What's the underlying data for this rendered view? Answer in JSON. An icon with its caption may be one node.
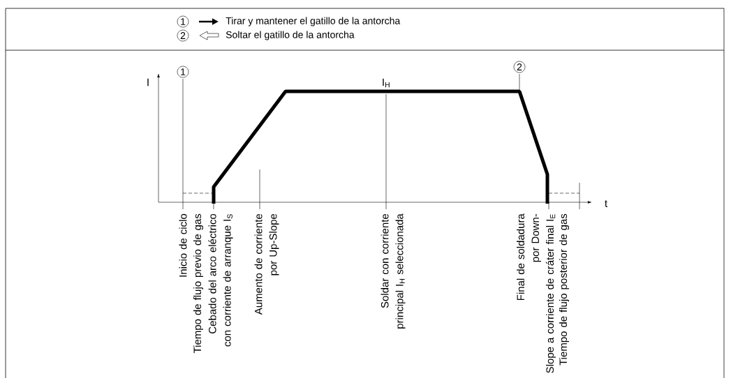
{
  "diagram": {
    "labels": [
      "1",
      "2",
      "1",
      "I",
      "I$_{H}$",
      "2",
      "t",
      "Inicio de ciclo",
      "Tiempo de flujo previo de gas",
      "Cebado del arco eléctrico con corriente de arranque I$_{S}$",
      "Aumento de corriente por Up-Slope",
      "Soldar con corriente principal I$_{H}$ seleccionada",
      "Final de soldadura por Down-Slope a corriente de cráter final I$_{E}$",
      "Tiempo de flujo posterior de gas"
    ],
    "legend": [
      {
        "text": "Tirar y mantener el gatillo de la antorcha"
      },
      {
        "text": "Soltar el gatillo de la antorcha"
      }
    ]
  }
}
